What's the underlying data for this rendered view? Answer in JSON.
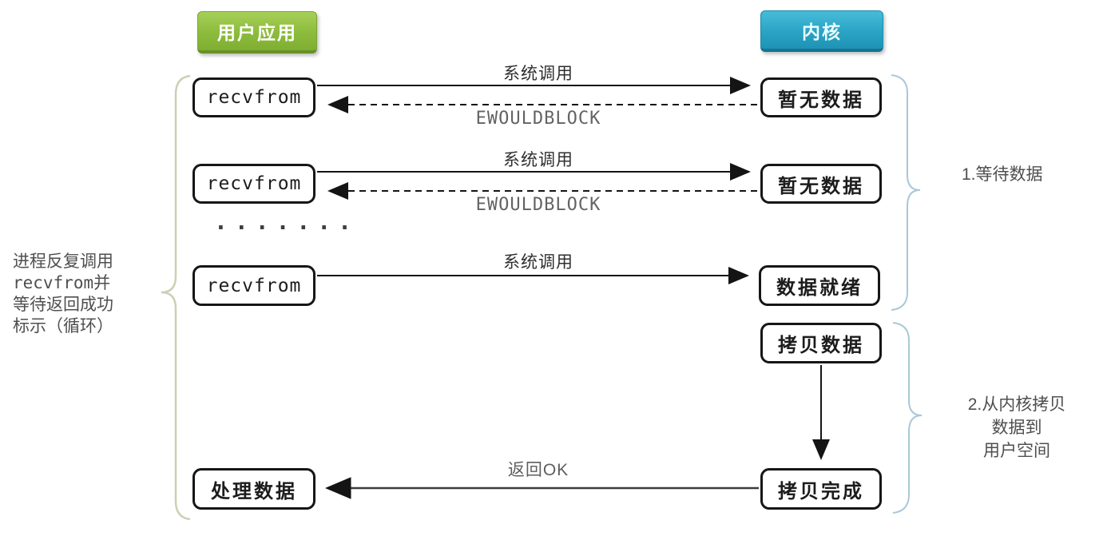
{
  "headers": {
    "user_app": "用户应用",
    "kernel": "内核"
  },
  "loop_rows": [
    {
      "left_box": "recvfrom",
      "right_box": "暂无数据",
      "call_label": "系统调用",
      "return_label": "EWOULDBLOCK"
    },
    {
      "left_box": "recvfrom",
      "right_box": "暂无数据",
      "call_label": "系统调用",
      "return_label": "EWOULDBLOCK"
    },
    {
      "left_box": "recvfrom",
      "right_box": "数据就绪",
      "call_label": "系统调用"
    }
  ],
  "ellipsis": "·······",
  "copy_flow": {
    "copy_data_box": "拷贝数据",
    "copy_done_box": "拷贝完成",
    "return_label": "返回OK",
    "process_box": "处理数据"
  },
  "notes": {
    "left": {
      "lines": [
        "进程反复调用",
        "recvfrom并",
        "等待返回成功",
        "标示（循环）"
      ]
    },
    "right_wait": "1.等待数据",
    "right_copy": {
      "lines": [
        "2.从内核拷贝",
        "数据到",
        "用户空间"
      ]
    }
  },
  "colors": {
    "user_app_green": "#8cbb3c",
    "kernel_blue": "#2aa3c4",
    "left_brace": "#cdd0b4",
    "right_brace": "#a9c7d8",
    "arrow_black": "#141414"
  }
}
